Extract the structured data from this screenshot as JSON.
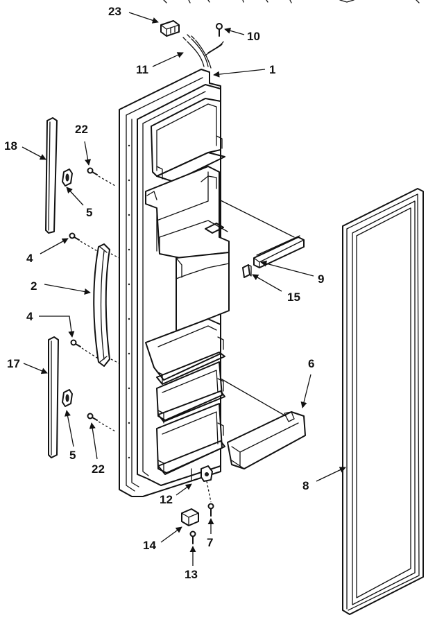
{
  "callouts": [
    {
      "id": "c23",
      "label": "23"
    },
    {
      "id": "c10",
      "label": "10"
    },
    {
      "id": "c11",
      "label": "11"
    },
    {
      "id": "c1",
      "label": "1"
    },
    {
      "id": "c18",
      "label": "18"
    },
    {
      "id": "c22a",
      "label": "22"
    },
    {
      "id": "c5a",
      "label": "5"
    },
    {
      "id": "c4a",
      "label": "4"
    },
    {
      "id": "c2",
      "label": "2"
    },
    {
      "id": "c4b",
      "label": "4"
    },
    {
      "id": "c17",
      "label": "17"
    },
    {
      "id": "c5b",
      "label": "5"
    },
    {
      "id": "c22b",
      "label": "22"
    },
    {
      "id": "c9",
      "label": "9"
    },
    {
      "id": "c15",
      "label": "15"
    },
    {
      "id": "c6",
      "label": "6"
    },
    {
      "id": "c8",
      "label": "8"
    },
    {
      "id": "c12",
      "label": "12"
    },
    {
      "id": "c7",
      "label": "7"
    },
    {
      "id": "c14",
      "label": "14"
    },
    {
      "id": "c13",
      "label": "13"
    }
  ]
}
